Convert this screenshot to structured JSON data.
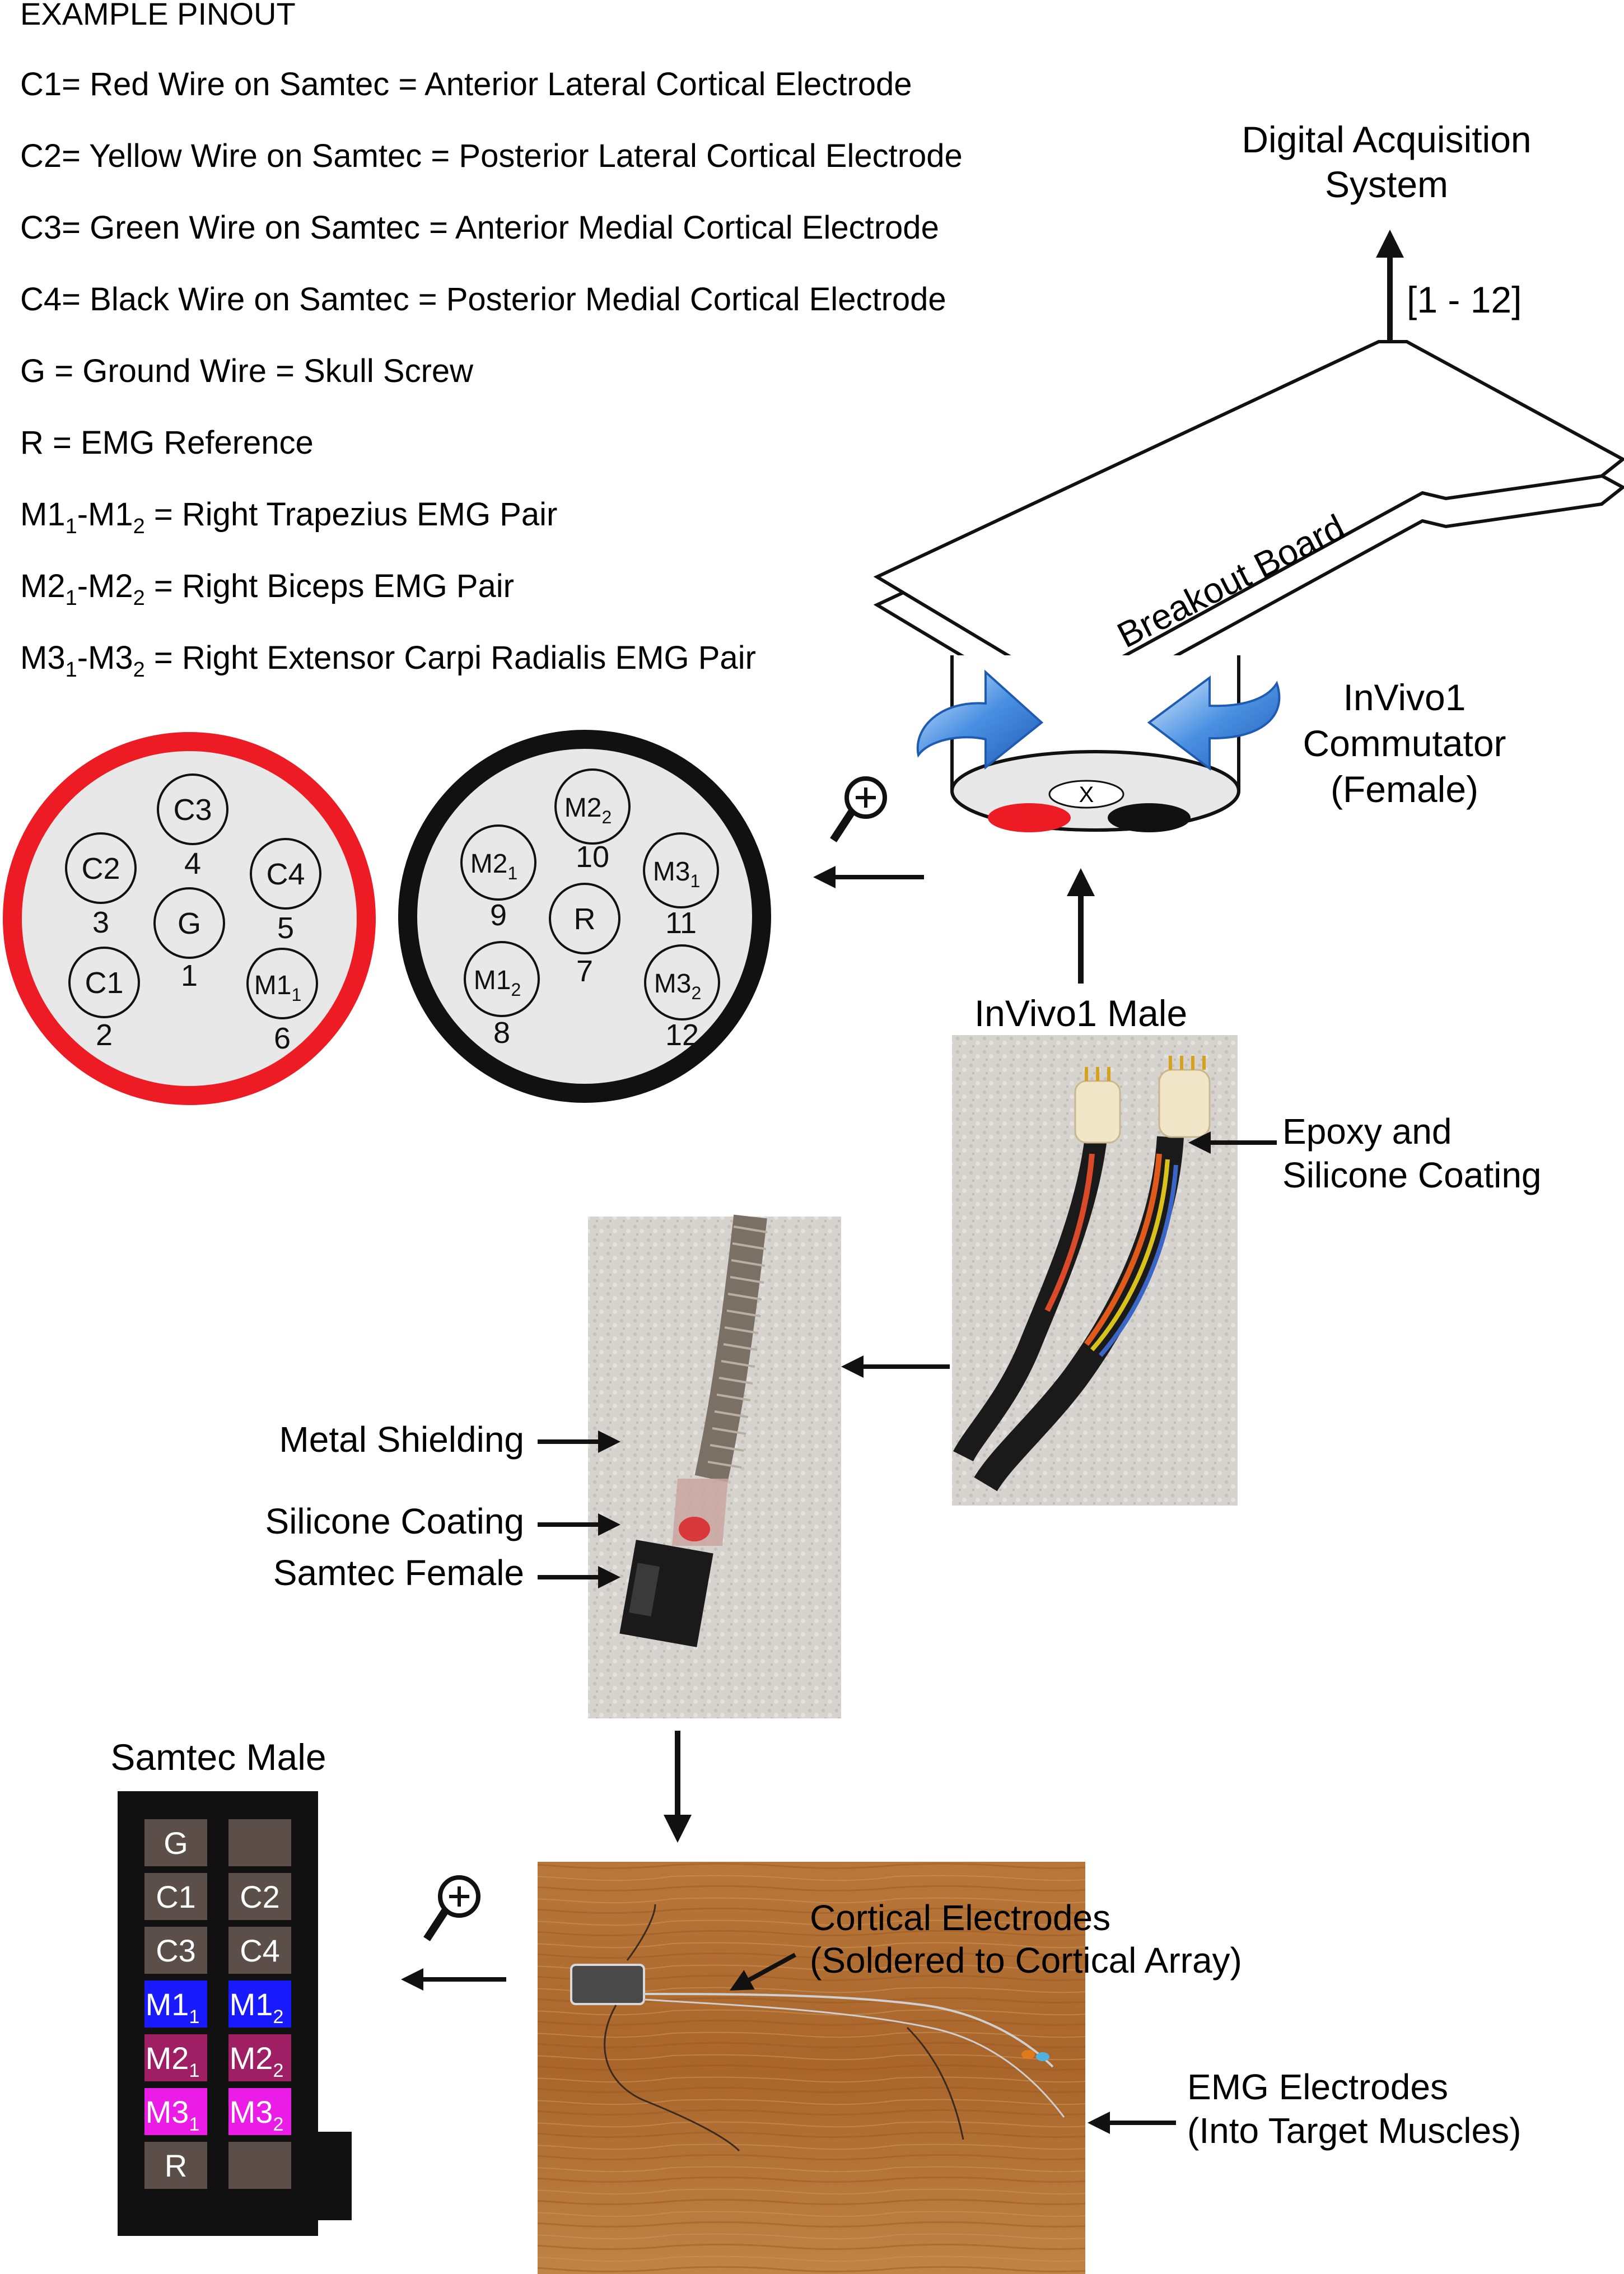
{
  "pinout": {
    "heading": "EXAMPLE PINOUT",
    "lines": [
      {
        "text": "C1= Red Wire on Samtec = Anterior Lateral Cortical Electrode"
      },
      {
        "text": "C2= Yellow Wire on Samtec = Posterior Lateral Cortical Electrode"
      },
      {
        "text": "C3= Green Wire on Samtec = Anterior Medial Cortical Electrode"
      },
      {
        "text": "C4= Black Wire on Samtec = Posterior Medial Cortical Electrode"
      },
      {
        "text": "G = Ground Wire = Skull Screw"
      },
      {
        "text": "R = EMG Reference"
      },
      {
        "a": "M1",
        "a_sub": "1",
        "b": "M1",
        "b_sub": "2",
        "rest": " = Right Trapezius EMG Pair"
      },
      {
        "a": "M2",
        "a_sub": "1",
        "b": "M2",
        "b_sub": "2",
        "rest": " = Right Biceps EMG Pair"
      },
      {
        "a": "M3",
        "a_sub": "1",
        "b": "M3",
        "b_sub": "2",
        "rest": " = Right Extensor Carpi Radialis EMG Pair"
      }
    ]
  },
  "connector_red": {
    "ring_color": "#ed1c24",
    "pins": [
      {
        "label": "C3",
        "num": "4"
      },
      {
        "label": "C2",
        "num": "3"
      },
      {
        "label": "C4",
        "num": "5"
      },
      {
        "label": "G",
        "num": "1"
      },
      {
        "label": "C1",
        "num": "2"
      },
      {
        "label": "M1",
        "sub": "1",
        "num": "6"
      }
    ]
  },
  "connector_black": {
    "ring_color": "#111111",
    "pins": [
      {
        "label": "M2",
        "sub": "2",
        "num": "10"
      },
      {
        "label": "M2",
        "sub": "1",
        "num": "9"
      },
      {
        "label": "M3",
        "sub": "1",
        "num": "11"
      },
      {
        "label": "R",
        "num": "7"
      },
      {
        "label": "M1",
        "sub": "2",
        "num": "8"
      },
      {
        "label": "M3",
        "sub": "2",
        "num": "12"
      }
    ]
  },
  "labels": {
    "daq_line1": "Digital Acquisition",
    "daq_line2": "System",
    "channel_range": "[1 - 12]",
    "breakout_board": "Breakout Board",
    "commutator_line1": "InVivo1",
    "commutator_line2": "Commutator",
    "commutator_line3": "(Female)",
    "commutator_mark": "X",
    "invivo_male": "InVivo1 Male",
    "epoxy_line1": "Epoxy and",
    "epoxy_line2": "Silicone Coating",
    "metal_shielding": "Metal Shielding",
    "silicone_coating": "Silicone Coating",
    "samtec_female": "Samtec Female",
    "samtec_male": "Samtec Male",
    "cortical_line1": "Cortical Electrodes",
    "cortical_line2": "(Soldered to Cortical Array)",
    "emg_line1": "EMG Electrodes",
    "emg_line2": "(Into Target Muscles)"
  },
  "samtec_male": {
    "rows": [
      [
        {
          "label": "G",
          "color": "#5c4f4a"
        },
        {
          "label": "",
          "color": "#5c4f4a"
        }
      ],
      [
        {
          "label": "C1",
          "color": "#5c4f4a"
        },
        {
          "label": "C2",
          "color": "#5c4f4a"
        }
      ],
      [
        {
          "label": "C3",
          "color": "#5c4f4a"
        },
        {
          "label": "C4",
          "color": "#5c4f4a"
        }
      ],
      [
        {
          "label": "M1",
          "sub": "1",
          "color": "#1a1aff"
        },
        {
          "label": "M1",
          "sub": "2",
          "color": "#1a1aff"
        }
      ],
      [
        {
          "label": "M2",
          "sub": "1",
          "color": "#9e1f63"
        },
        {
          "label": "M2",
          "sub": "2",
          "color": "#9e1f63"
        }
      ],
      [
        {
          "label": "M3",
          "sub": "1",
          "color": "#ea1ce6"
        },
        {
          "label": "M3",
          "sub": "2",
          "color": "#ea1ce6"
        }
      ],
      [
        {
          "label": "R",
          "color": "#5c4f4a"
        },
        {
          "label": "",
          "color": "#5c4f4a"
        }
      ]
    ]
  },
  "colors": {
    "red_connector": "#ed1c24",
    "black_connector": "#111111",
    "pin_face": "#e8e8e8",
    "arrow_blue": "#1f5bb3"
  },
  "icons": [
    "magnifier-zoom-icon",
    "curved-blue-arrow-icon"
  ]
}
